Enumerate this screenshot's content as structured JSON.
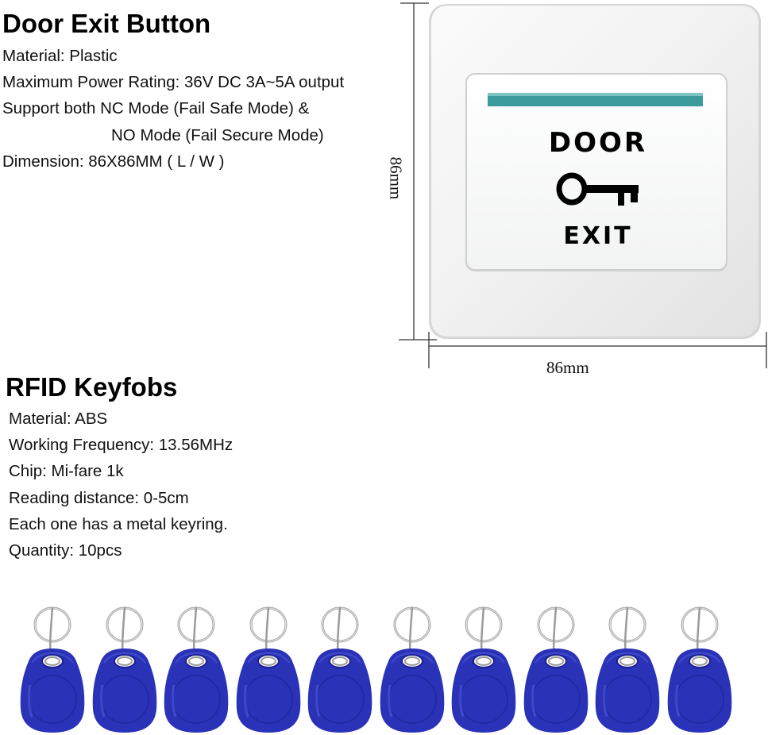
{
  "door_exit": {
    "title": "Door Exit Button",
    "specs": [
      "Material: Plastic",
      "Maximum Power Rating: 36V DC 3A~5A output",
      "Support both NC Mode (Fail Safe Mode) &",
      "NO Mode (Fail Secure Mode)",
      "Dimension:  86X86MM ( L / W  )"
    ]
  },
  "button_face": {
    "top_text": "DOOR",
    "bottom_text": "EXIT",
    "indicator_color": "#3a9a9c",
    "icon": "key-icon"
  },
  "dimensions": {
    "height_label": "86mm",
    "width_label": "86mm"
  },
  "rfid": {
    "title": "RFID Keyfobs",
    "specs": [
      "Material: ABS",
      "Working Frequency: 13.56MHz",
      "Chip: Mi-fare 1k",
      "Reading distance: 0-5cm",
      "Each one has a metal keyring.",
      "Quantity: 10pcs"
    ]
  },
  "keyfobs": {
    "count": 10,
    "color": "#2a32b8",
    "icon": "rfid-keyfob-icon"
  }
}
